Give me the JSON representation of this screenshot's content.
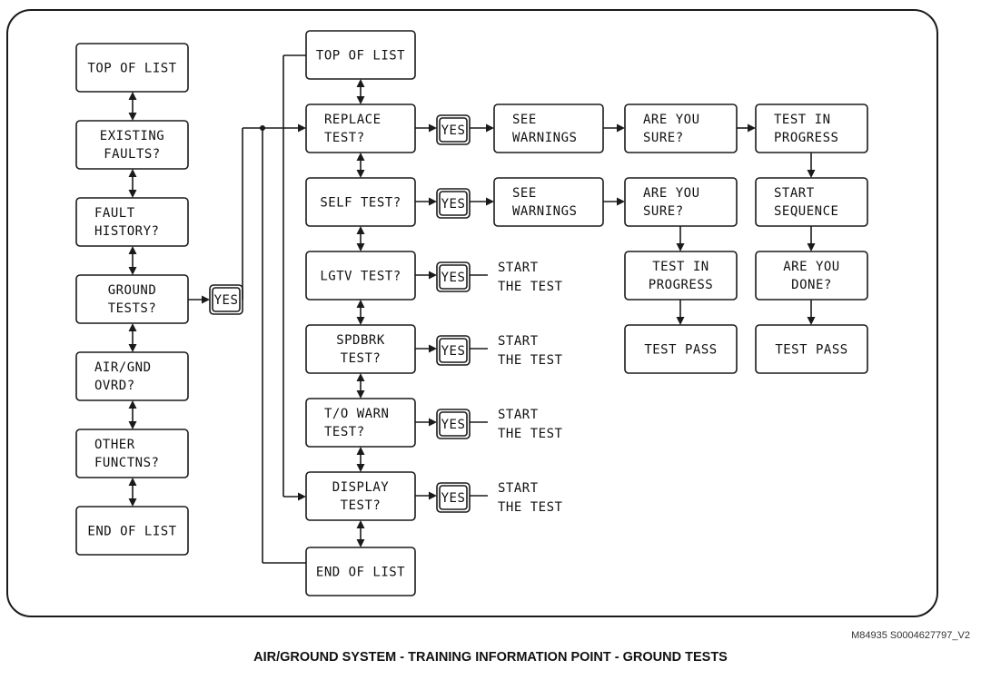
{
  "menu": [
    {
      "id": "m-top",
      "lines": [
        "TOP OF LIST"
      ]
    },
    {
      "id": "m-existing",
      "lines": [
        "EXISTING",
        "FAULTS?"
      ]
    },
    {
      "id": "m-history",
      "lines": [
        "FAULT",
        "HISTORY?"
      ]
    },
    {
      "id": "m-ground",
      "lines": [
        "GROUND",
        "TESTS?"
      ]
    },
    {
      "id": "m-airgnd",
      "lines": [
        "AIR/GND",
        "OVRD?"
      ]
    },
    {
      "id": "m-other",
      "lines": [
        "OTHER",
        "FUNCTNS?"
      ]
    },
    {
      "id": "m-end",
      "lines": [
        "END OF LIST"
      ]
    }
  ],
  "ground_tests": [
    {
      "id": "g-top",
      "lines": [
        "TOP OF LIST"
      ]
    },
    {
      "id": "g-replace",
      "lines": [
        "REPLACE",
        "TEST?"
      ]
    },
    {
      "id": "g-self",
      "lines": [
        "SELF TEST?"
      ]
    },
    {
      "id": "g-lgtv",
      "lines": [
        "LGTV TEST?"
      ]
    },
    {
      "id": "g-spdbrk",
      "lines": [
        "SPDBRK",
        "TEST?"
      ]
    },
    {
      "id": "g-towarn",
      "lines": [
        "T/O WARN",
        "TEST?"
      ]
    },
    {
      "id": "g-display",
      "lines": [
        "DISPLAY",
        "TEST?"
      ]
    },
    {
      "id": "g-end",
      "lines": [
        "END OF LIST"
      ]
    }
  ],
  "steps": [
    {
      "id": "r-warn",
      "lines": [
        "SEE",
        "WARNINGS"
      ]
    },
    {
      "id": "r-sure",
      "lines": [
        "ARE YOU",
        "SURE?"
      ]
    },
    {
      "id": "r-prog",
      "lines": [
        "TEST IN",
        "PROGRESS"
      ]
    },
    {
      "id": "s-warn",
      "lines": [
        "SEE",
        "WARNINGS"
      ]
    },
    {
      "id": "s-sure",
      "lines": [
        "ARE YOU",
        "SURE?"
      ]
    },
    {
      "id": "s-start",
      "lines": [
        "START",
        "SEQUENCE"
      ]
    },
    {
      "id": "s-prog",
      "lines": [
        "TEST IN",
        "PROGRESS"
      ]
    },
    {
      "id": "s-done",
      "lines": [
        "ARE YOU",
        "DONE?"
      ]
    },
    {
      "id": "s-pass1",
      "lines": [
        "TEST PASS"
      ]
    },
    {
      "id": "s-pass2",
      "lines": [
        "TEST PASS"
      ]
    }
  ],
  "yes_label": "YES",
  "start_the_test": [
    "START",
    "THE TEST"
  ],
  "reference_code": "M84935 S0004627797_V2",
  "caption": "AIR/GROUND SYSTEM - TRAINING INFORMATION POINT - GROUND TESTS"
}
